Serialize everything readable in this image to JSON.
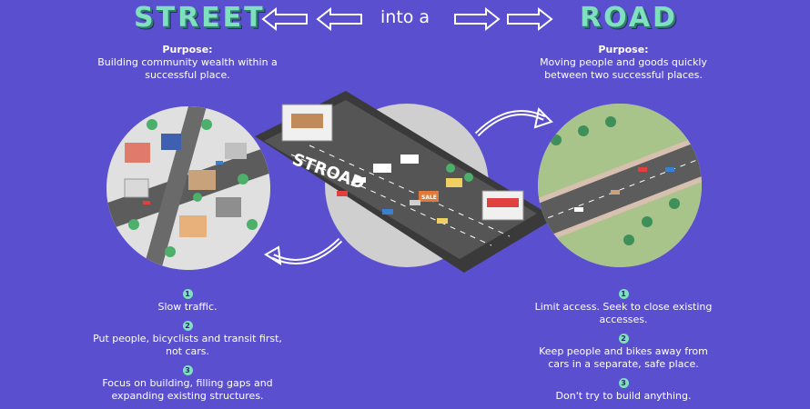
{
  "header": {
    "street_title": "STREET",
    "road_title": "ROAD",
    "connector": "into a"
  },
  "street": {
    "purpose_heading": "Purpose:",
    "purpose_text": "Building community wealth within a successful place.",
    "items": [
      {
        "num": "1",
        "text": "Slow traffic."
      },
      {
        "num": "2",
        "text": "Put people, bicyclists and transit first, not cars."
      },
      {
        "num": "3",
        "text": "Focus on building, filling gaps and expanding existing structures."
      }
    ]
  },
  "road": {
    "purpose_heading": "Purpose:",
    "purpose_text": "Moving people and goods quickly between two successful places.",
    "items": [
      {
        "num": "1",
        "text": "Limit access. Seek to close existing accesses."
      },
      {
        "num": "2",
        "text": "Keep people and bikes away from cars in a separate, safe place."
      },
      {
        "num": "3",
        "text": "Don't try to build anything."
      }
    ]
  },
  "stroad": {
    "label": "STROAD",
    "sign_label": "SALE"
  },
  "colors": {
    "background": "#5a4fcf",
    "accent": "#7fe0c0",
    "road": "#555555",
    "grass": "#a8c48a"
  },
  "icons": {
    "left_arrow": "outline-left-arrow-icon",
    "right_arrow": "outline-right-arrow-icon",
    "curved_arrow": "curved-arrow-icon"
  }
}
